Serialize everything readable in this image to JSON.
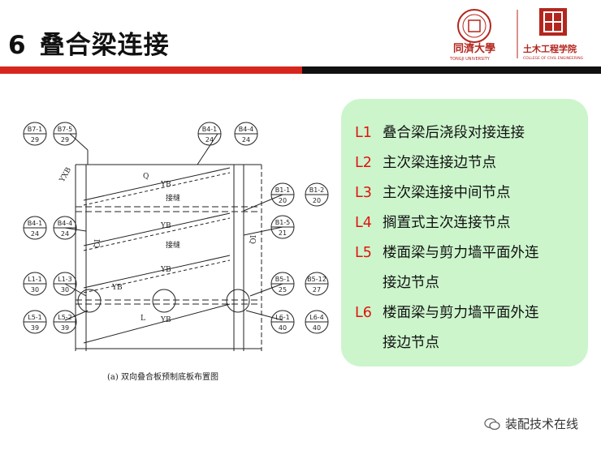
{
  "slide": {
    "number": "6",
    "title": "叠合梁连接",
    "caption": "(a) 双向叠合板预制底板布置图",
    "watermark": "装配技术在线",
    "colors": {
      "accent_red": "#d7261e",
      "panel_green": "#ccf5cc",
      "label_red": "#e0140e"
    }
  },
  "logos": {
    "tongji_seal_text": "同济大学",
    "tongji_text": "同濟大學",
    "tongji_en": "TONGJI UNIVERSITY",
    "college_text": "土木工程学院",
    "college_en": "COLLEGE OF CIVIL ENGINEERING"
  },
  "list": [
    {
      "code": "L1",
      "lines": [
        "叠合梁后浇段对接连接"
      ]
    },
    {
      "code": "L2",
      "lines": [
        "主次梁连接边节点"
      ]
    },
    {
      "code": "L3",
      "lines": [
        "主次梁连接中间节点"
      ]
    },
    {
      "code": "L4",
      "lines": [
        "搁置式主次连接节点"
      ]
    },
    {
      "code": "L5",
      "lines": [
        "楼面梁与剪力墙平面外连",
        "接边节点"
      ]
    },
    {
      "code": "L6",
      "lines": [
        "楼面梁与剪力墙平面外连",
        "接边节点"
      ]
    }
  ],
  "drawing": {
    "callouts": [
      {
        "id": "B7-1",
        "num": "29"
      },
      {
        "id": "B7-5",
        "num": "29"
      },
      {
        "id": "B4-1",
        "num": "24"
      },
      {
        "id": "B4-4",
        "num": "24"
      },
      {
        "id": "B1-1",
        "num": "20"
      },
      {
        "id": "B1-2",
        "num": "20"
      },
      {
        "id": "B1-5",
        "num": "21"
      },
      {
        "id": "B4-1",
        "num": "24"
      },
      {
        "id": "B4-4",
        "num": "24"
      },
      {
        "id": "L1-1",
        "num": "30"
      },
      {
        "id": "L1-3",
        "num": "30"
      },
      {
        "id": "B5-1",
        "num": "25"
      },
      {
        "id": "B5-12",
        "num": "27"
      },
      {
        "id": "L5-1",
        "num": "39"
      },
      {
        "id": "L5-2",
        "num": "39"
      },
      {
        "id": "L6-1",
        "num": "40"
      },
      {
        "id": "L6-4",
        "num": "40"
      }
    ],
    "labels": [
      "YXB",
      "Q",
      "YB",
      "接缝",
      "YB",
      "IQ",
      "接缝",
      "YB",
      "YB",
      "L",
      "YB",
      "IQ"
    ]
  }
}
